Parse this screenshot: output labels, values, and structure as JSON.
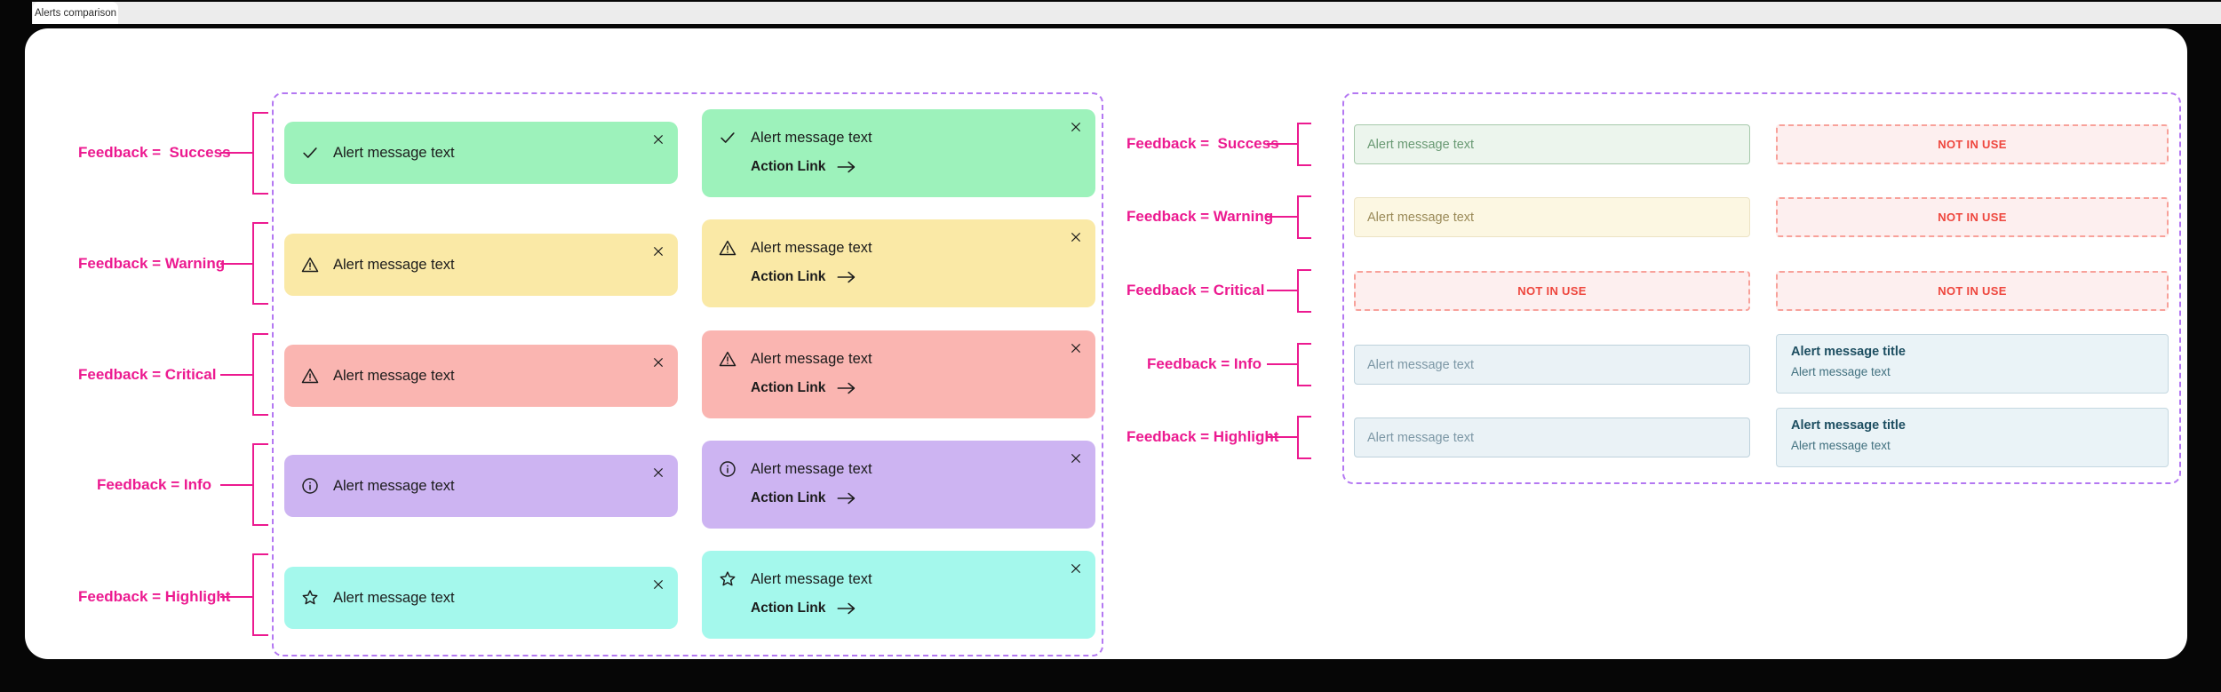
{
  "window": {
    "tab_title": "Alerts comparison"
  },
  "palette": {
    "annotation_pink": "#ec1a90",
    "frame_purple": "#b478f2",
    "success_bg": "#9df2bb",
    "warning_bg": "#fae9a6",
    "critical_bg": "#fab5b1",
    "info_bg": "#cdb4f2",
    "highlight_bg": "#a4f8ec",
    "subtle_success_bg": "#ecf5ed",
    "subtle_warning_bg": "#fcf7e2",
    "subtle_info_bg": "#eaf2f6",
    "not_in_use_red": "#ee463d"
  },
  "left_panel": {
    "rows": [
      {
        "label": "Feedback =  Success",
        "icon": "check-icon",
        "message": "Alert message text",
        "action_label": "Action Link"
      },
      {
        "label": "Feedback = Warning",
        "icon": "warning-icon",
        "message": "Alert message text",
        "action_label": "Action Link"
      },
      {
        "label": "Feedback = Critical",
        "icon": "warning-icon",
        "message": "Alert message text",
        "action_label": "Action Link"
      },
      {
        "label": "Feedback = Info",
        "icon": "info-icon",
        "message": "Alert message text",
        "action_label": "Action Link"
      },
      {
        "label": "Feedback = Highlight",
        "icon": "star-icon",
        "message": "Alert message text",
        "action_label": "Action Link"
      }
    ]
  },
  "right_panel": {
    "not_in_use_label": "NOT IN USE",
    "rows": [
      {
        "label": "Feedback =  Success",
        "message": "Alert message text"
      },
      {
        "label": "Feedback = Warning",
        "message": "Alert message text"
      },
      {
        "label": "Feedback = Critical"
      },
      {
        "label": "Feedback = Info",
        "message": "Alert message text",
        "title": "Alert message title",
        "body": "Alert message text"
      },
      {
        "label": "Feedback = Highlight",
        "message": "Alert message text",
        "title": "Alert message title",
        "body": "Alert message text"
      }
    ]
  }
}
